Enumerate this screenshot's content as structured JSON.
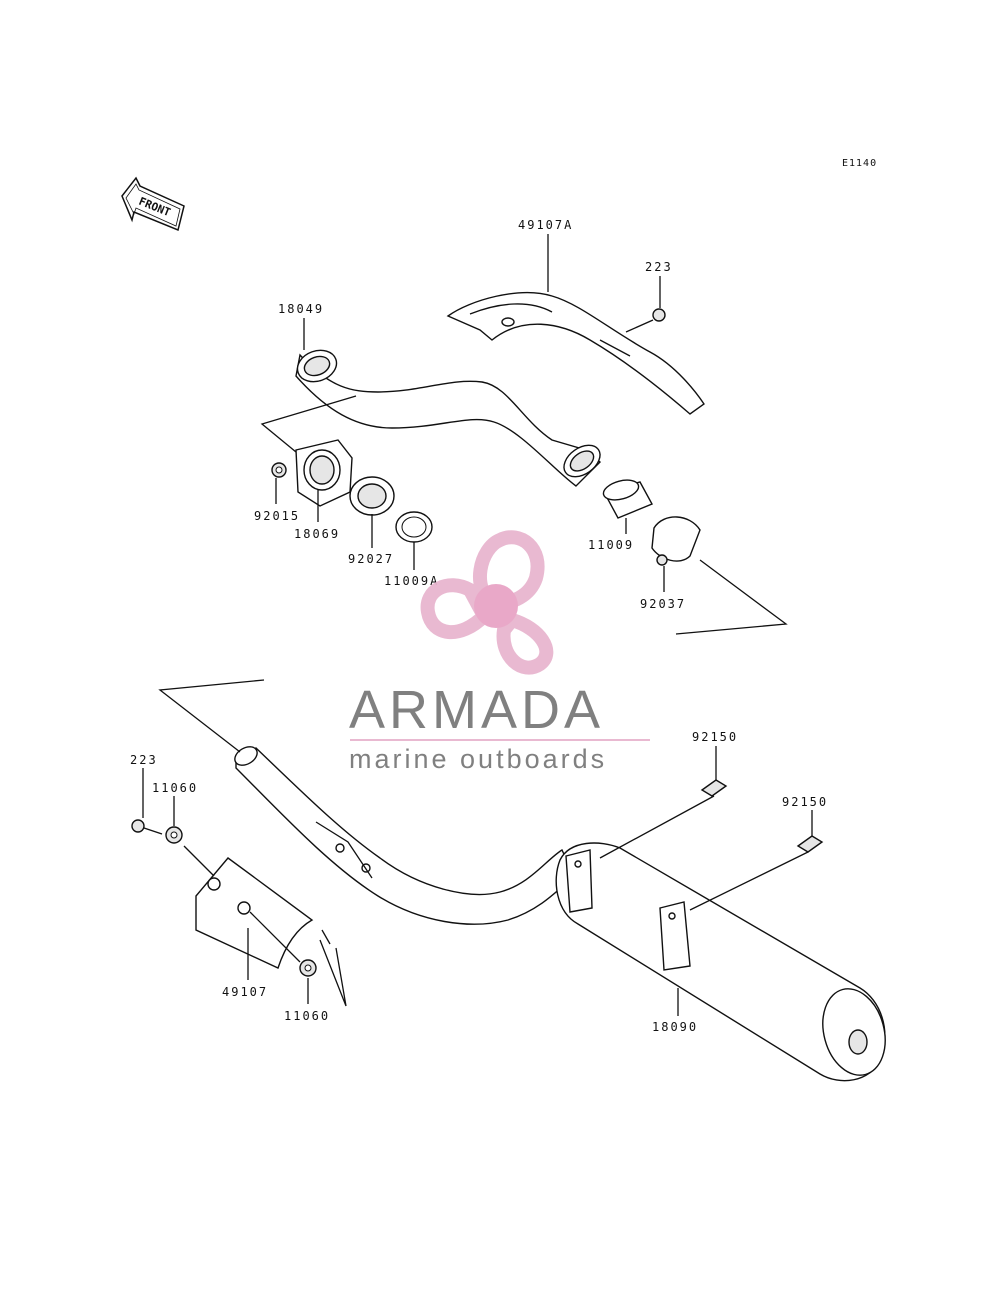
{
  "diagram": {
    "code": "E1140",
    "front_label": "FRONT",
    "parts": [
      {
        "id": "49107A",
        "label": "49107A"
      },
      {
        "id": "223-upper",
        "label": "223"
      },
      {
        "id": "18049",
        "label": "18049"
      },
      {
        "id": "92015",
        "label": "92015"
      },
      {
        "id": "18069",
        "label": "18069"
      },
      {
        "id": "92027",
        "label": "92027"
      },
      {
        "id": "11009A",
        "label": "11009A"
      },
      {
        "id": "11009",
        "label": "11009"
      },
      {
        "id": "92037",
        "label": "92037"
      },
      {
        "id": "92150-a",
        "label": "92150"
      },
      {
        "id": "92150-b",
        "label": "92150"
      },
      {
        "id": "223-lower",
        "label": "223"
      },
      {
        "id": "11060-a",
        "label": "11060"
      },
      {
        "id": "49107",
        "label": "49107"
      },
      {
        "id": "11060-b",
        "label": "11060"
      },
      {
        "id": "18090",
        "label": "18090"
      }
    ]
  },
  "watermark": {
    "brand": "ARMADA",
    "tagline": "marine outboards",
    "colors": {
      "petal": "#e8b6cf",
      "hub": "#e8a4c6",
      "text": "#7a7a7a",
      "rule": "#e8b6cf"
    }
  }
}
